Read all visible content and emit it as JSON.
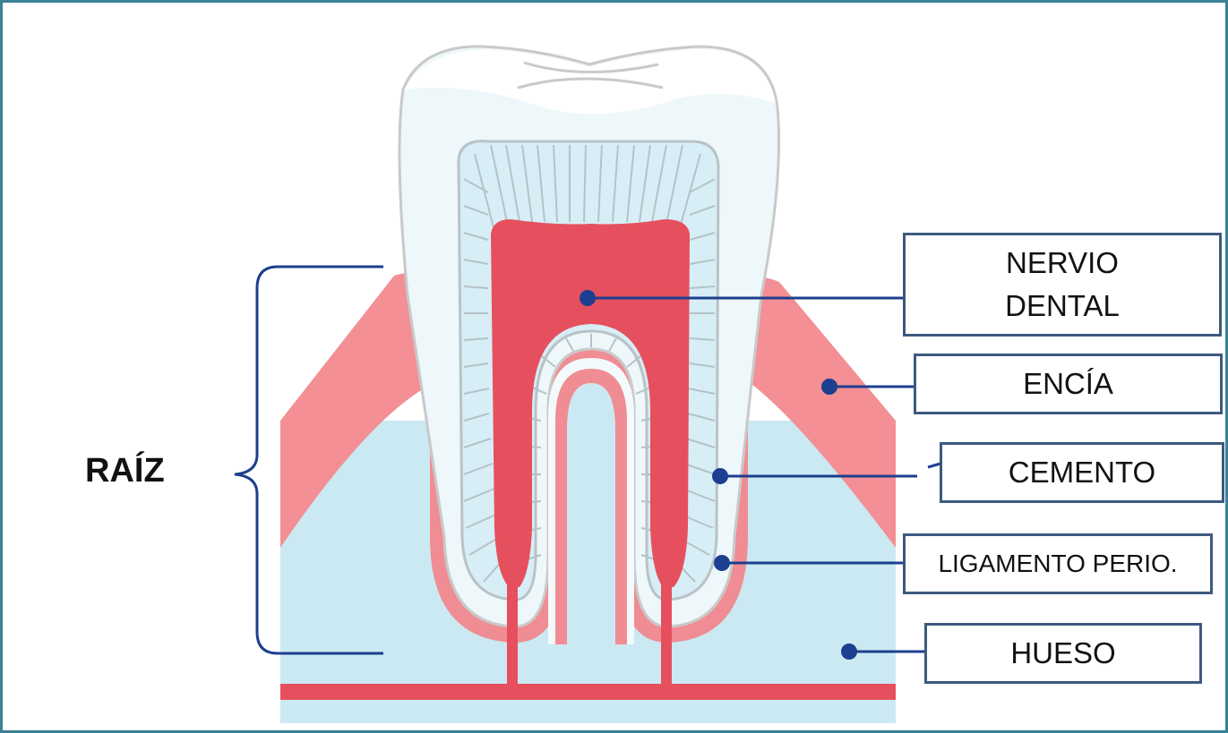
{
  "diagram": {
    "bracket_label": "RAÍZ",
    "labels": {
      "nervio_line1": "NERVIO",
      "nervio_line2": "DENTAL",
      "encia": "ENCÍA",
      "cemento": "CEMENTO",
      "ligamento": "LIGAMENTO PERIO.",
      "hueso": "HUESO"
    }
  },
  "colors": {
    "frame": "#3a8196",
    "leader_line": "#1d3f8f",
    "box_border": "#3d5a80",
    "pulp": "#e6505e",
    "gum": "#f38f95",
    "bone": "#cbe9f2",
    "dentin": "#d7eef6",
    "enamel": "#eef7fa",
    "outline": "#c6c6c6"
  }
}
